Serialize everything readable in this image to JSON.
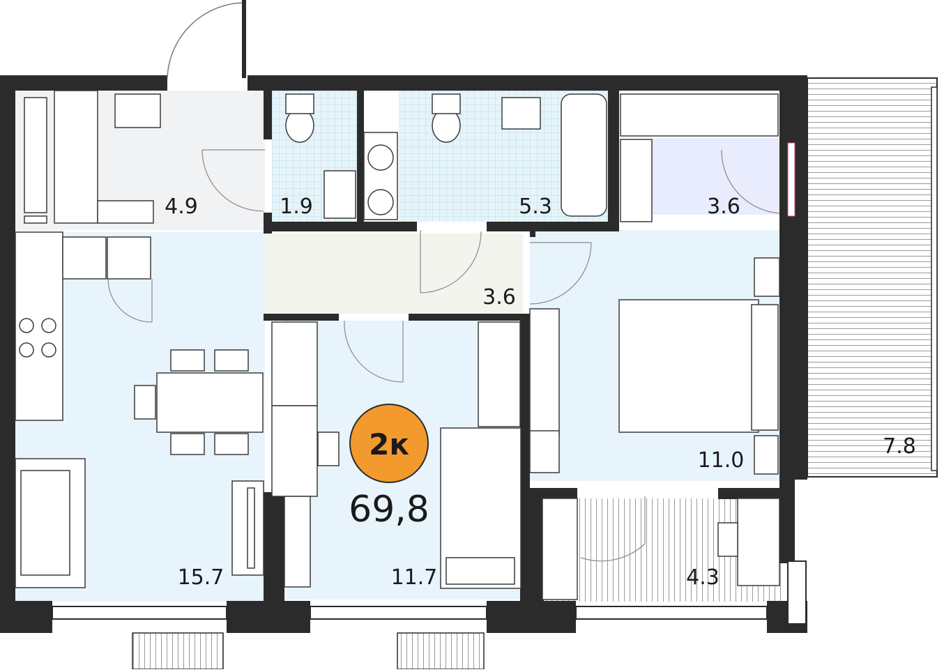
{
  "rooms": {
    "hall": "4.9",
    "wc": "1.9",
    "bathroom": "5.3",
    "storage": "3.6",
    "corridor": "3.6",
    "kitchen_living": "15.7",
    "bedroom_small": "11.7",
    "bedroom_large": "11.0",
    "loggia_small": "4.3",
    "balcony": "7.8"
  },
  "apartment": {
    "type_badge": "2к",
    "total_area": "69,8"
  },
  "colors": {
    "wall": "#2b2b2b",
    "room_blue": "#e8f4fb",
    "corridor": "#f3f4ee",
    "storage": "#e8ecfc",
    "tile": "#c9e6f2",
    "badge": "#f29a2e",
    "furniture_stroke": "#3a3a3a"
  }
}
